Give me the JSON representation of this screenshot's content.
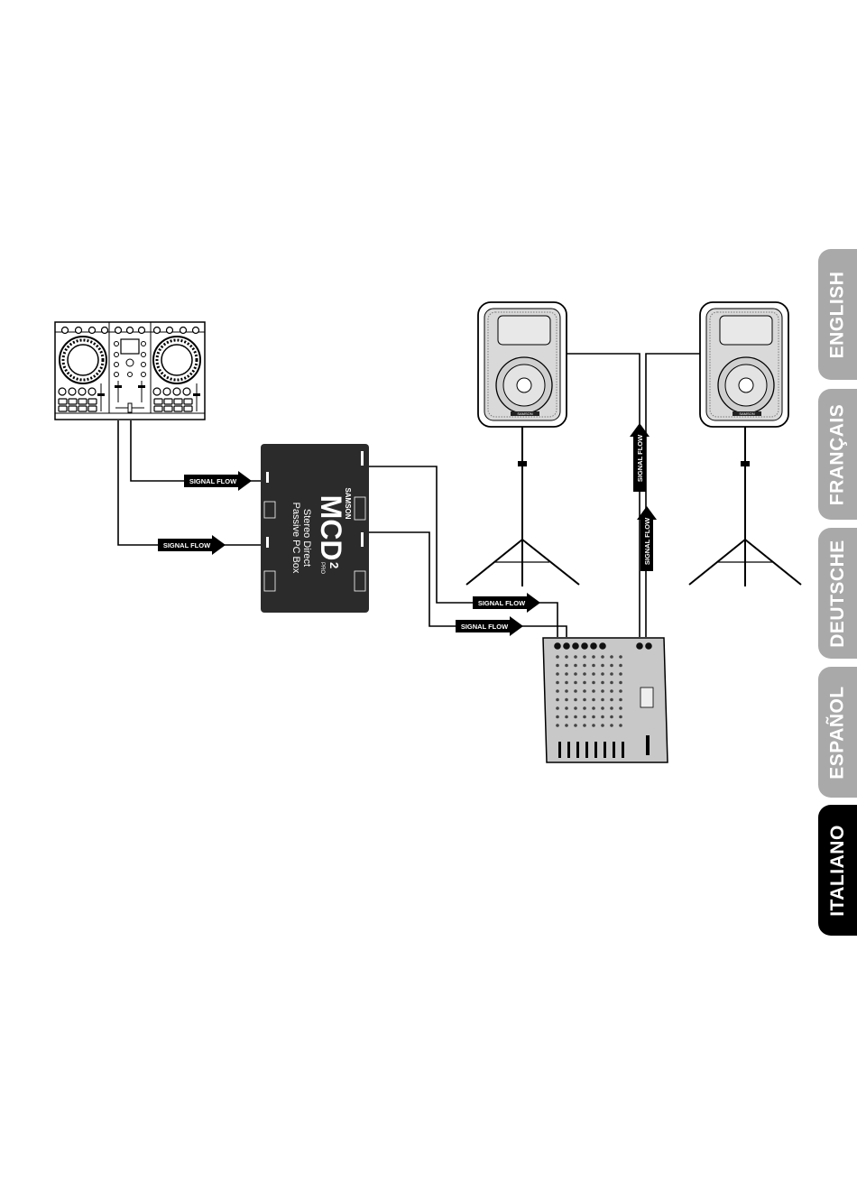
{
  "tabs": [
    {
      "label": "ENGLISH",
      "active": false
    },
    {
      "label": "FRANÇAIS",
      "active": false
    },
    {
      "label": "DEUTSCHE",
      "active": false
    },
    {
      "label": "ESPAÑOL",
      "active": false
    },
    {
      "label": "ITALIANO",
      "active": true
    }
  ],
  "signal_flow_label": "SIGNAL FLOW",
  "di_box": {
    "brand": "SAMSON",
    "model": "MCD",
    "model_number": "2",
    "model_suffix": "PRO",
    "line1": "Stereo Direct",
    "line2": "Passive PC Box"
  },
  "speaker_brand": "SAMSON",
  "colors": {
    "active_tab": "#000000",
    "inactive_tab": "#a9a9a9",
    "line": "#000000",
    "di_box": "#2b2b2b",
    "mixer": "#c8c8c8"
  }
}
